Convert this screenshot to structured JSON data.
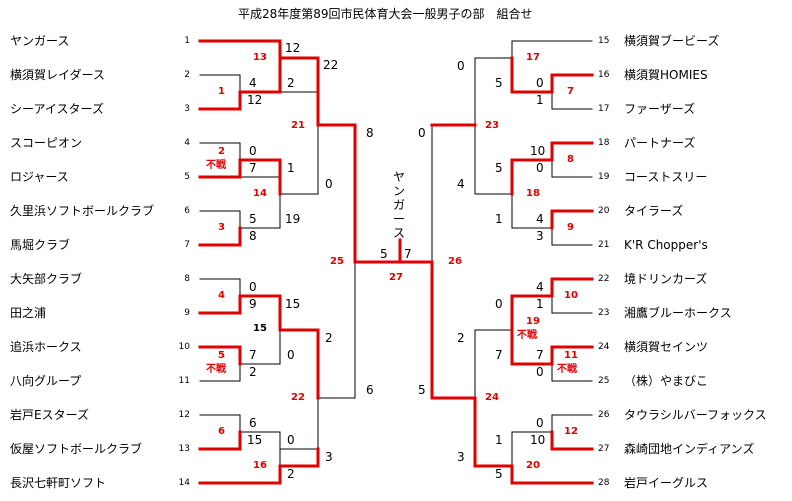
{
  "title": "平成28年度第89回市民体育大会一般男子の部　組合せ",
  "champion": "ヤンガース",
  "colors": {
    "win": "#e00000",
    "line": "#000000",
    "game_number": "#e00000"
  },
  "teams_left": [
    {
      "seed": "1",
      "name": "ヤンガース"
    },
    {
      "seed": "2",
      "name": "横須賀レイダース"
    },
    {
      "seed": "3",
      "name": "シーアイスターズ"
    },
    {
      "seed": "4",
      "name": "スコーピオン"
    },
    {
      "seed": "5",
      "name": "ロジャース"
    },
    {
      "seed": "6",
      "name": "久里浜ソフトボールクラブ"
    },
    {
      "seed": "7",
      "name": "馬堀クラブ"
    },
    {
      "seed": "8",
      "name": "大矢部クラブ"
    },
    {
      "seed": "9",
      "name": "田之浦"
    },
    {
      "seed": "10",
      "name": "追浜ホークス"
    },
    {
      "seed": "11",
      "name": "八向グループ"
    },
    {
      "seed": "12",
      "name": "岩戸Eスターズ"
    },
    {
      "seed": "13",
      "name": "仮屋ソフトボールクラブ"
    },
    {
      "seed": "14",
      "name": "長沢七軒町ソフト"
    }
  ],
  "teams_right": [
    {
      "seed": "15",
      "name": "横須賀ブービーズ"
    },
    {
      "seed": "16",
      "name": "横須賀HOMIES"
    },
    {
      "seed": "17",
      "name": "ファーザーズ"
    },
    {
      "seed": "18",
      "name": "パートナーズ"
    },
    {
      "seed": "19",
      "name": "コーストスリー"
    },
    {
      "seed": "20",
      "name": "タイラーズ"
    },
    {
      "seed": "21",
      "name": "K'R Chopper's"
    },
    {
      "seed": "22",
      "name": "境ドリンカーズ"
    },
    {
      "seed": "23",
      "name": "湘鷹ブルーホークス"
    },
    {
      "seed": "24",
      "name": "横須賀セインツ"
    },
    {
      "seed": "25",
      "name": "（株）やまびこ"
    },
    {
      "seed": "26",
      "name": "タウラシルバーフォックス"
    },
    {
      "seed": "27",
      "name": "森崎団地インディアンズ"
    },
    {
      "seed": "28",
      "name": "岩戸イーグルス"
    }
  ],
  "game_numbers": [
    "13",
    "1",
    "21",
    "2",
    "14",
    "3",
    "25",
    "4",
    "5",
    "22",
    "6",
    "16",
    "17",
    "7",
    "23",
    "8",
    "18",
    "9",
    "27",
    "26",
    "10",
    "19",
    "11",
    "24",
    "12",
    "20"
  ],
  "forfeit_label": "不戦",
  "scores": [
    "12",
    "4",
    "12",
    "22",
    "2",
    "0",
    "7",
    "1",
    "0",
    "5",
    "8",
    "19",
    "8",
    "0",
    "9",
    "15",
    "7",
    "15",
    "0",
    "2",
    "6",
    "15",
    "0",
    "6",
    "2",
    "3",
    "2",
    "5",
    "7",
    "1",
    "0",
    "4",
    "10",
    "0",
    "5",
    "4",
    "1",
    "3",
    "5",
    "0",
    "0",
    "4",
    "1",
    "2",
    "7",
    "7",
    "0",
    "5",
    "0",
    "10",
    "1",
    "3",
    "5",
    "0"
  ]
}
